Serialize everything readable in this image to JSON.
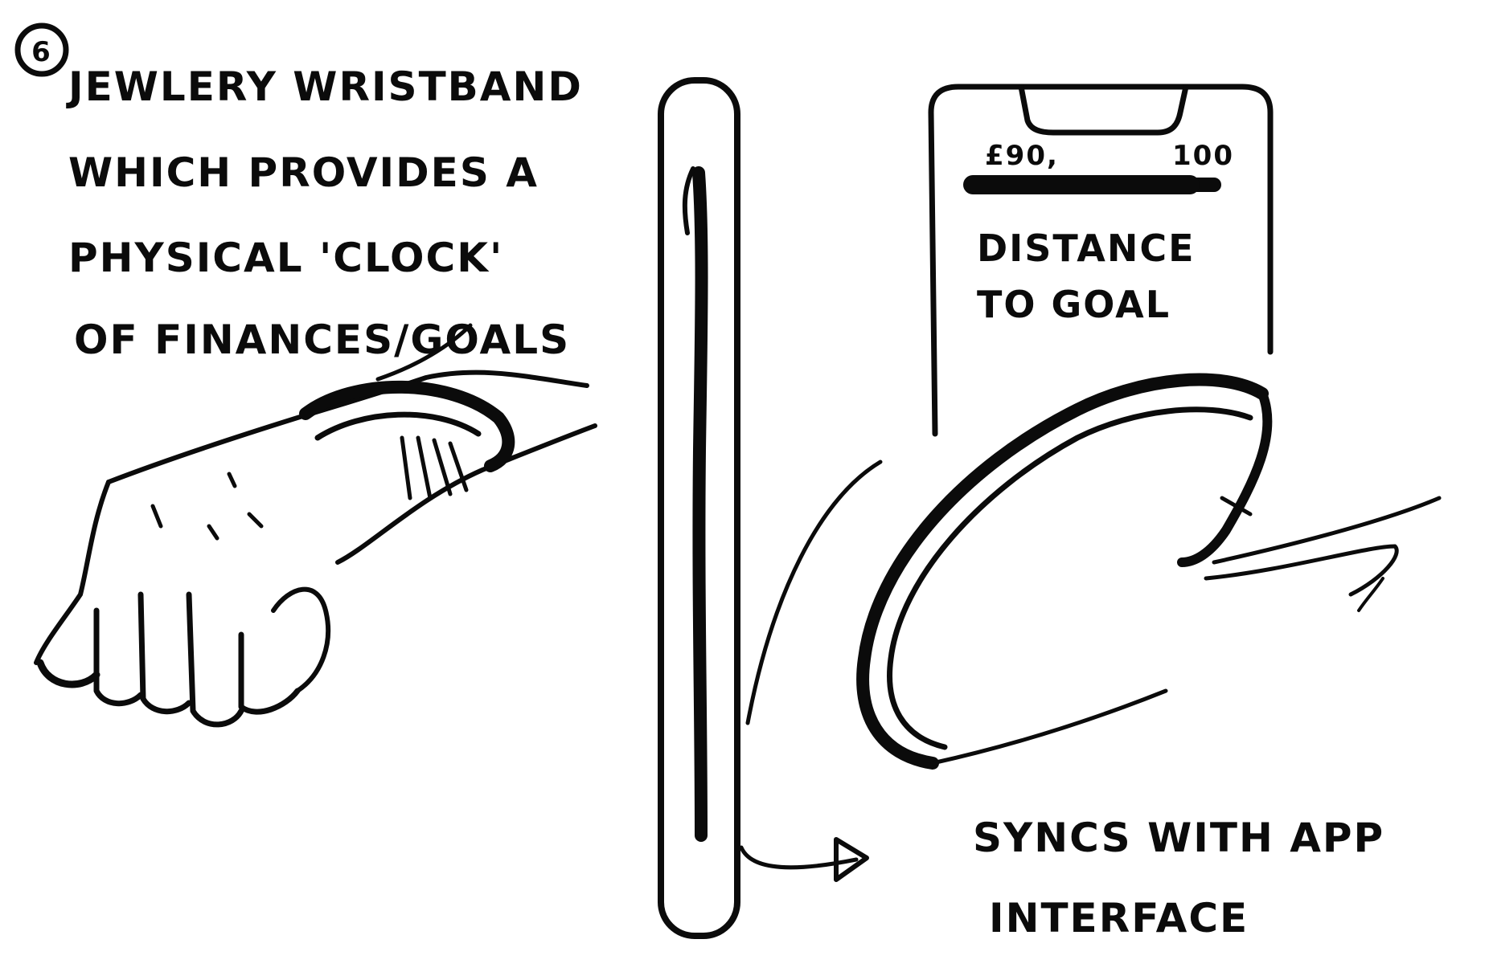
{
  "step": {
    "number": "6"
  },
  "concept_note": {
    "lines": [
      "JEWLERY WRISTBAND",
      "WHICH PROVIDES A",
      "PHYSICAL 'CLOCK'",
      "OF FINANCES/GOALS"
    ]
  },
  "phone_screen": {
    "progress_current": "£90,",
    "progress_total": "100",
    "progress_fraction": 0.9,
    "caption_lines": [
      "DISTANCE",
      "TO GOAL"
    ]
  },
  "sync_note": {
    "lines": [
      "SYNCS WITH APP",
      "INTERFACE"
    ]
  },
  "colors": {
    "ink": "#0b0b0b",
    "paper": "#ffffff"
  }
}
